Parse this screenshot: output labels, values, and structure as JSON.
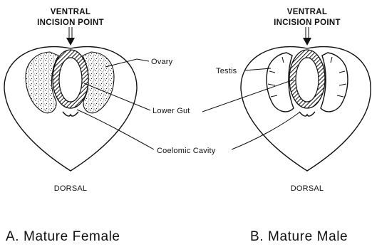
{
  "panels": [
    {
      "id": "female",
      "incision_label_line1": "VENTRAL",
      "incision_label_line2": "INCISION POINT",
      "dorsal_label": "DORSAL",
      "caption": "A. Mature Female"
    },
    {
      "id": "male",
      "incision_label_line1": "VENTRAL",
      "incision_label_line2": "INCISION POINT",
      "dorsal_label": "DORSAL",
      "caption": "B. Mature Male"
    }
  ],
  "callouts": {
    "ovary": "Ovary",
    "testis": "Testis",
    "lower_gut": "Lower Gut",
    "coelomic_cavity": "Coelomic Cavity"
  }
}
